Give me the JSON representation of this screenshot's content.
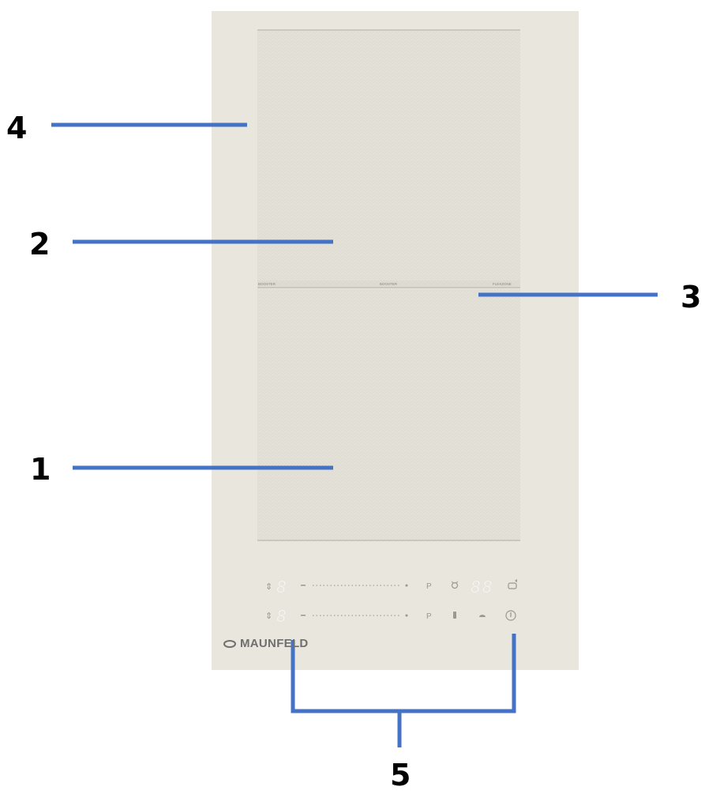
{
  "callouts": {
    "c1": "1",
    "c2": "2",
    "c3": "3",
    "c4": "4",
    "c5": "5"
  },
  "zone_labels": {
    "left": "BOOSTER",
    "center": "BOOSTER",
    "right": "FLEXZONE"
  },
  "controls": {
    "zone_digit_top": "8",
    "zone_digit_bottom": "8",
    "timer_digits": "88",
    "power_key_top": "P",
    "power_key_bottom": "P"
  },
  "brand": {
    "name": "MAUNFELD"
  },
  "colors": {
    "hob_surface": "#e8e6dd",
    "glass_zone": "#e1dfd6",
    "leader_line": "#4472c4",
    "digit_color": "#f6f5f1"
  },
  "icons": {
    "lock": "lock-icon",
    "timer": "stopwatch-icon",
    "power": "power-icon"
  }
}
